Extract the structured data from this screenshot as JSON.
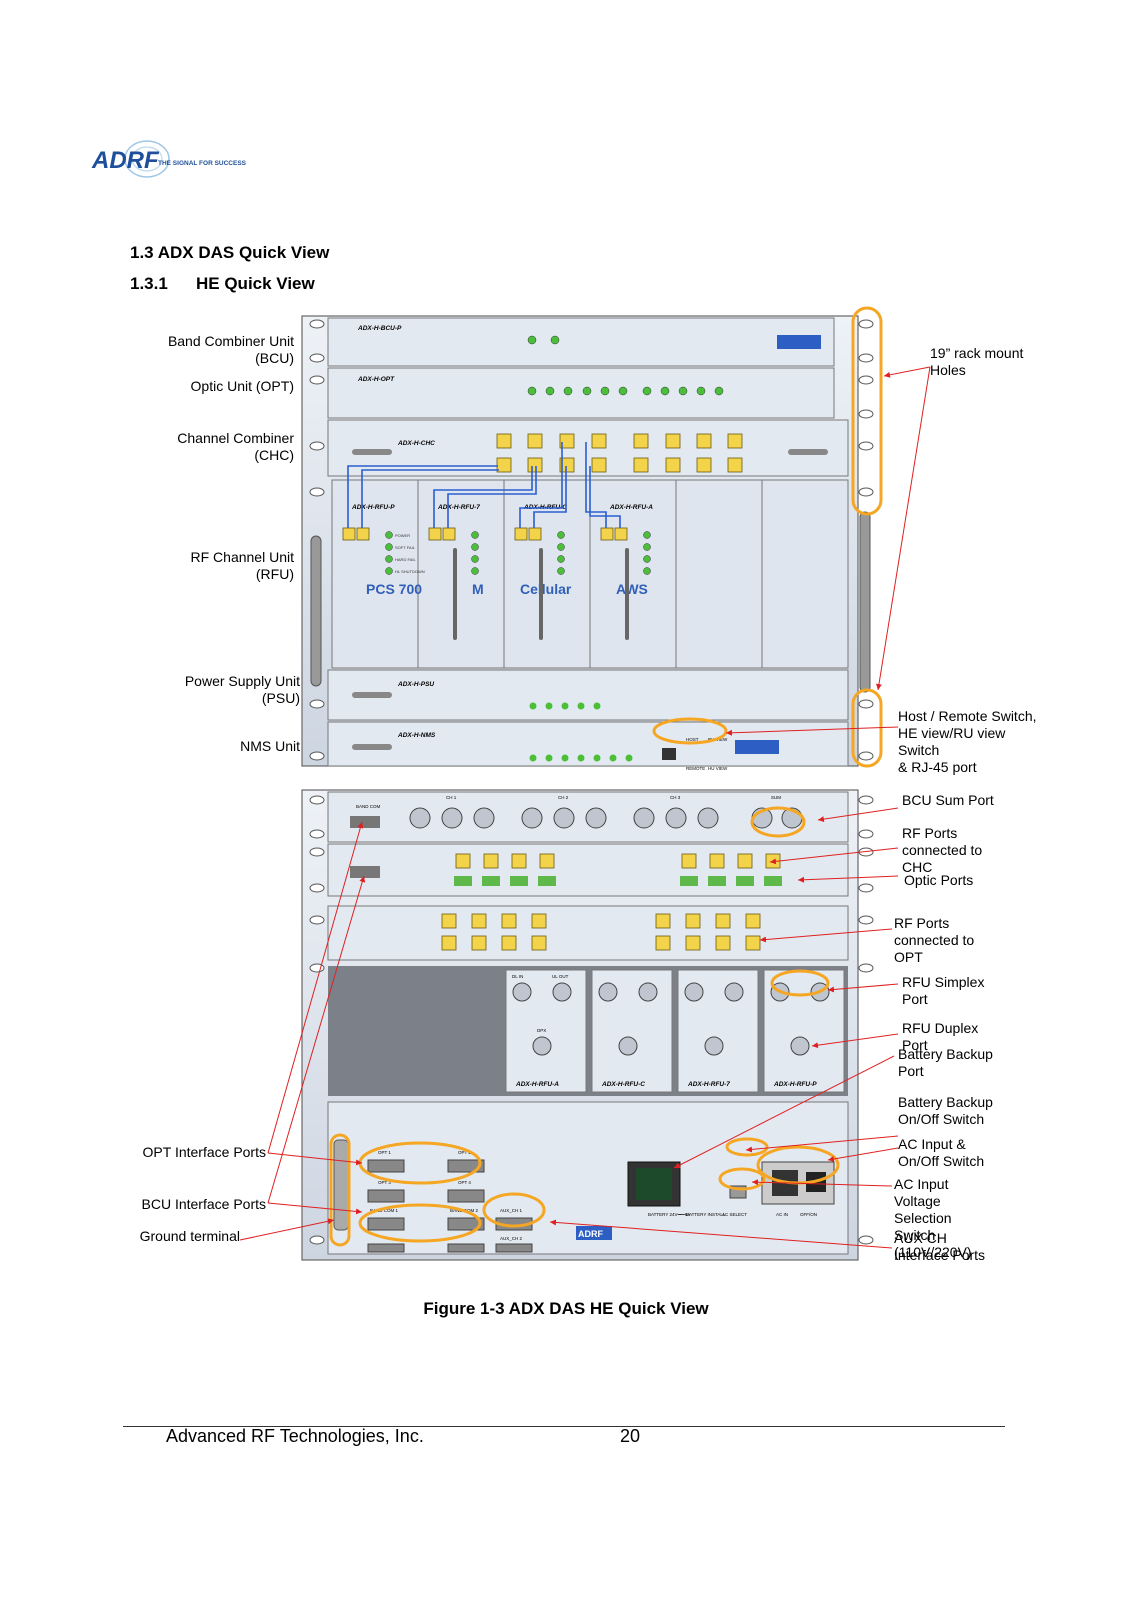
{
  "header": {
    "logo_text": "ADRF",
    "tagline": "THE SIGNAL FOR SUCCESS"
  },
  "section": {
    "title": "1.3  ADX DAS Quick View",
    "subsection_number": "1.3.1",
    "subsection_title": "HE Quick View"
  },
  "figure": {
    "caption": "Figure 1-3  ADX DAS HE Quick View",
    "left_labels": [
      "Band Combiner Unit\n(BCU)",
      "Optic Unit (OPT)",
      "Channel Combiner\n(CHC)",
      "RF Channel Unit\n(RFU)",
      "Power Supply Unit\n(PSU)",
      "NMS Unit",
      "OPT Interface Ports",
      "BCU Interface Ports",
      "Ground terminal"
    ],
    "right_labels": [
      "19” rack mount\nHoles",
      "Host / Remote Switch,\nHE view/RU view\nSwitch\n& RJ-45 port",
      "BCU Sum Port",
      "RF Ports\nconnected to\nCHC",
      "Optic Ports",
      "RF Ports\nconnected to\nOPT",
      "RFU Simplex\nPort",
      "RFU Duplex\nPort",
      "Battery Backup\nPort",
      "Battery Backup\nOn/Off Switch",
      "AC Input &\nOn/Off Switch",
      "AC Input\nVoltage\nSelection\nSwitch\n(110V/220V)",
      "AUX CH\nInterface Ports"
    ],
    "module_names": {
      "bcu": "ADX-H-BCU-P",
      "opt": "ADX-H-OPT",
      "chc": "ADX-H-CHC",
      "psu": "ADX-H-PSU",
      "nms": "ADX-H-NMS",
      "rfu": [
        "ADX-H-RFU-P",
        "ADX-H-RFU-7",
        "ADX-H-RFU-C",
        "ADX-H-RFU-A"
      ],
      "rear_rfu": [
        "ADX-H-RFU-A",
        "ADX-H-RFU-C",
        "ADX-H-RFU-7",
        "ADX-H-RFU-P"
      ]
    },
    "band_labels": [
      "PCS 700",
      "M",
      "Cellular",
      "AWS"
    ],
    "panel_text": {
      "rfu_leds": [
        "POWER",
        "SOFT FAIL",
        "HARD FAIL",
        "HL SHUTDOWN"
      ],
      "rear_ports": [
        "DL IN",
        "UL OUT",
        "DPX"
      ],
      "rear_bottom": [
        "OPT 1",
        "OPT 2",
        "OPT 3",
        "OPT 4",
        "BAND COM 1",
        "BAND COM 2",
        "AUX_CH 1",
        "AUX_CH 2"
      ],
      "power_section": [
        "BATTERY\n24V⎓⎓6A",
        "BATTERY\nINSTALL",
        "AC SELECT",
        "AC IN",
        "OFF/ON"
      ],
      "bcu_rear": [
        "BAND COM",
        "CH 1",
        "CH 2",
        "CH 3",
        "SUM"
      ],
      "nms": [
        "HOST",
        "RU VIEW",
        "REMOTE",
        "HU VIEW"
      ],
      "rear_brand": "ADRF"
    }
  },
  "footer": {
    "company": "Advanced RF Technologies, Inc.",
    "page": "20"
  },
  "colors": {
    "highlight": "#f5a623",
    "arrow": "#e02020",
    "cable": "#2a5fd0",
    "band_text": "#2f5fb8",
    "chassis": "#d4dbe6",
    "dark_panel": "#7c8089"
  }
}
